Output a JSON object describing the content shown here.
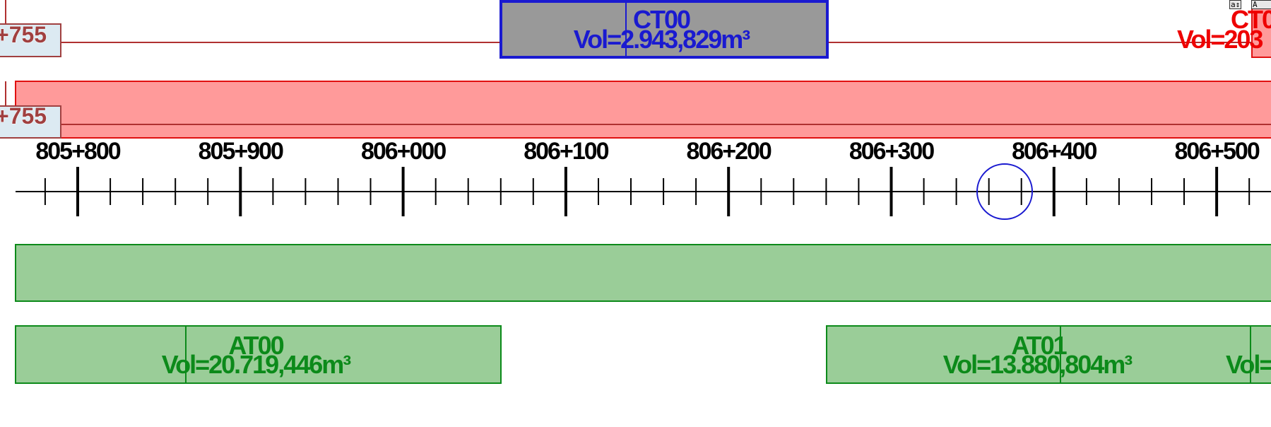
{
  "colors": {
    "red_line": "#b03030",
    "red_fill": "#ff9a9a",
    "red_stroke": "#e01010",
    "red_text": "#ee0000",
    "blue": "#1a1ad0",
    "gray_fill": "#999999",
    "green_fill": "#9acd98",
    "green_stroke": "#0c8a1a",
    "green_text": "#0c8a1a",
    "tag_fill": "#dceaf2",
    "tag_text": "#a04040",
    "axis": "#000000"
  },
  "corner_buttons": [
    "a↕",
    "A"
  ],
  "red_track": {
    "tag_top": "+755",
    "tag_bottom": "+755"
  },
  "cut_block": {
    "name": "CT00",
    "volume": "Vol=2.943,829m³"
  },
  "cut_block_right": {
    "name": "CT0",
    "volume": "Vol=203"
  },
  "chainage_labels": [
    "805+800",
    "805+900",
    "806+000",
    "806+100",
    "806+200",
    "806+300",
    "806+400",
    "806+500"
  ],
  "fill_blocks": [
    {
      "name": "AT00",
      "volume": "Vol=20.719,446m³"
    },
    {
      "name": "AT01",
      "volume": "Vol=13.880,804m³"
    }
  ],
  "fill_block_right_volume": "Vol="
}
